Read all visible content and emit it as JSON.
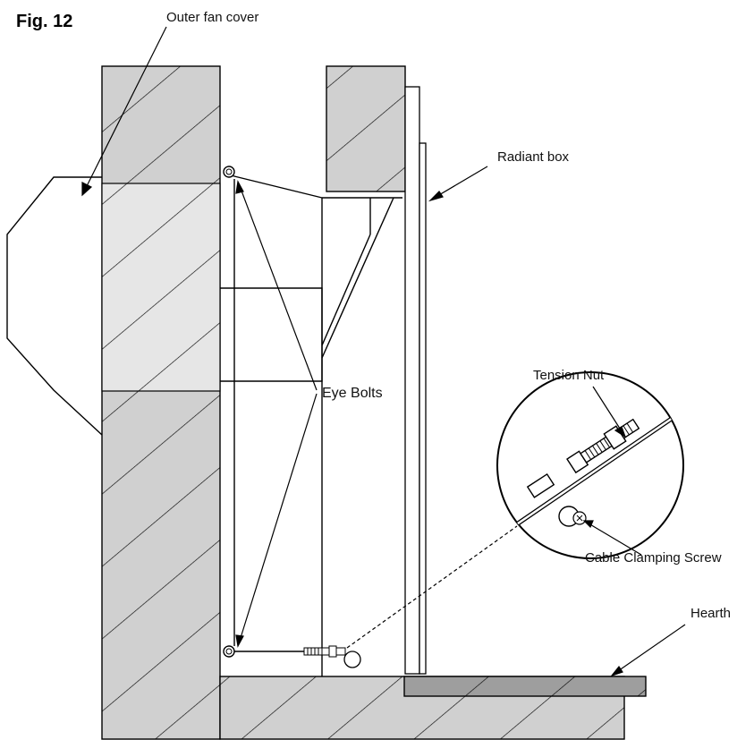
{
  "figure": {
    "number": "Fig. 12",
    "labels": {
      "outer_fan_cover": "Outer fan cover",
      "radiant_box": "Radiant box",
      "eye_bolts": "Eye Bolts",
      "tension_nut": "Tension Nut",
      "cable_clamping_screw": "Cable Clamping Screw",
      "hearth": "Hearth"
    }
  }
}
